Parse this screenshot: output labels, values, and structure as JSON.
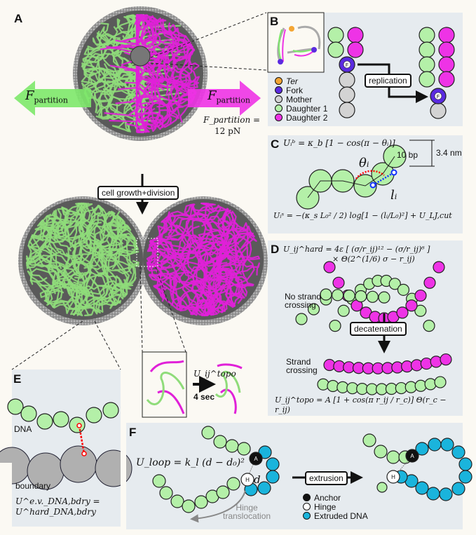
{
  "panels": {
    "A": "A",
    "B": "B",
    "C": "C",
    "D": "D",
    "E": "E",
    "F": "F"
  },
  "panelA": {
    "force_left": "F",
    "force_left_sub": "partition",
    "force_right": "F",
    "force_right_sub": "partition",
    "force_value_label": "F_partition =",
    "force_value": "12 pN",
    "growth_label": "cell growth+division",
    "topo_label": "U_ij^topo",
    "time_label": "4 sec"
  },
  "panelB": {
    "legend": [
      {
        "label": "Ter",
        "color": "#f4a533"
      },
      {
        "label": "Fork",
        "color": "#5b2be0"
      },
      {
        "label": "Mother",
        "color": "#d3d3d3"
      },
      {
        "label": "Daughter 1",
        "color": "#b4f0a8"
      },
      {
        "label": "Daughter 2",
        "color": "#ee33e6"
      }
    ],
    "fork_letter": "F",
    "replication_label": "replication"
  },
  "panelC": {
    "bending_formula": "Uᵢᵇ = κ_b [1 − cos(π − θᵢ)]",
    "theta_label": "θᵢ",
    "length_label": "lᵢ",
    "bead_label": "10 bp",
    "size_label": "3.4 nm",
    "stretch_formula": "Uᵢˢ = −(κ_s L₀² / 2) log[1 − (lᵢ/L₀)²] + U_LJ,cut"
  },
  "panelD": {
    "hard_formula_1": "U_ij^hard = 4ε [ (σ/r_ij)¹² − (σ/r_ij)⁶ ]",
    "hard_formula_2": "× Θ(2^(1/6) σ − r_ij)",
    "no_crossing_1": "No strand",
    "no_crossing_2": "crossing",
    "decatenation_label": "decatenation",
    "crossing_1": "Strand",
    "crossing_2": "crossing",
    "topo_formula": "U_ij^topo = A [1 + cos(π r_ij / r_c)] Θ(r_c − r_ij)"
  },
  "panelE": {
    "dna_label": "DNA",
    "boundary_label": "boundary",
    "formula": "U^e.v._DNA,bdry = U^hard_DNA,bdry"
  },
  "panelF": {
    "loop_formula": "U_loop = k_l (d − d₀)²",
    "d_label": "d",
    "anchor_letter": "A",
    "hinge_letter": "H",
    "extrusion_label": "extrusion",
    "hinge_trans_1": "Hinge",
    "hinge_trans_2": "translocation",
    "legend": [
      {
        "label": "Anchor",
        "color": "#111111"
      },
      {
        "label": "Hinge",
        "color": "#ffffff"
      },
      {
        "label": "Extruded DNA",
        "color": "#1ab4dc"
      }
    ]
  },
  "colors": {
    "green": "#b4f0a8",
    "magenta": "#ee33e6",
    "blue": "#1ab4dc",
    "grey": "#d3d3d3",
    "fork": "#5b2be0",
    "panel": "#e6ebef"
  }
}
